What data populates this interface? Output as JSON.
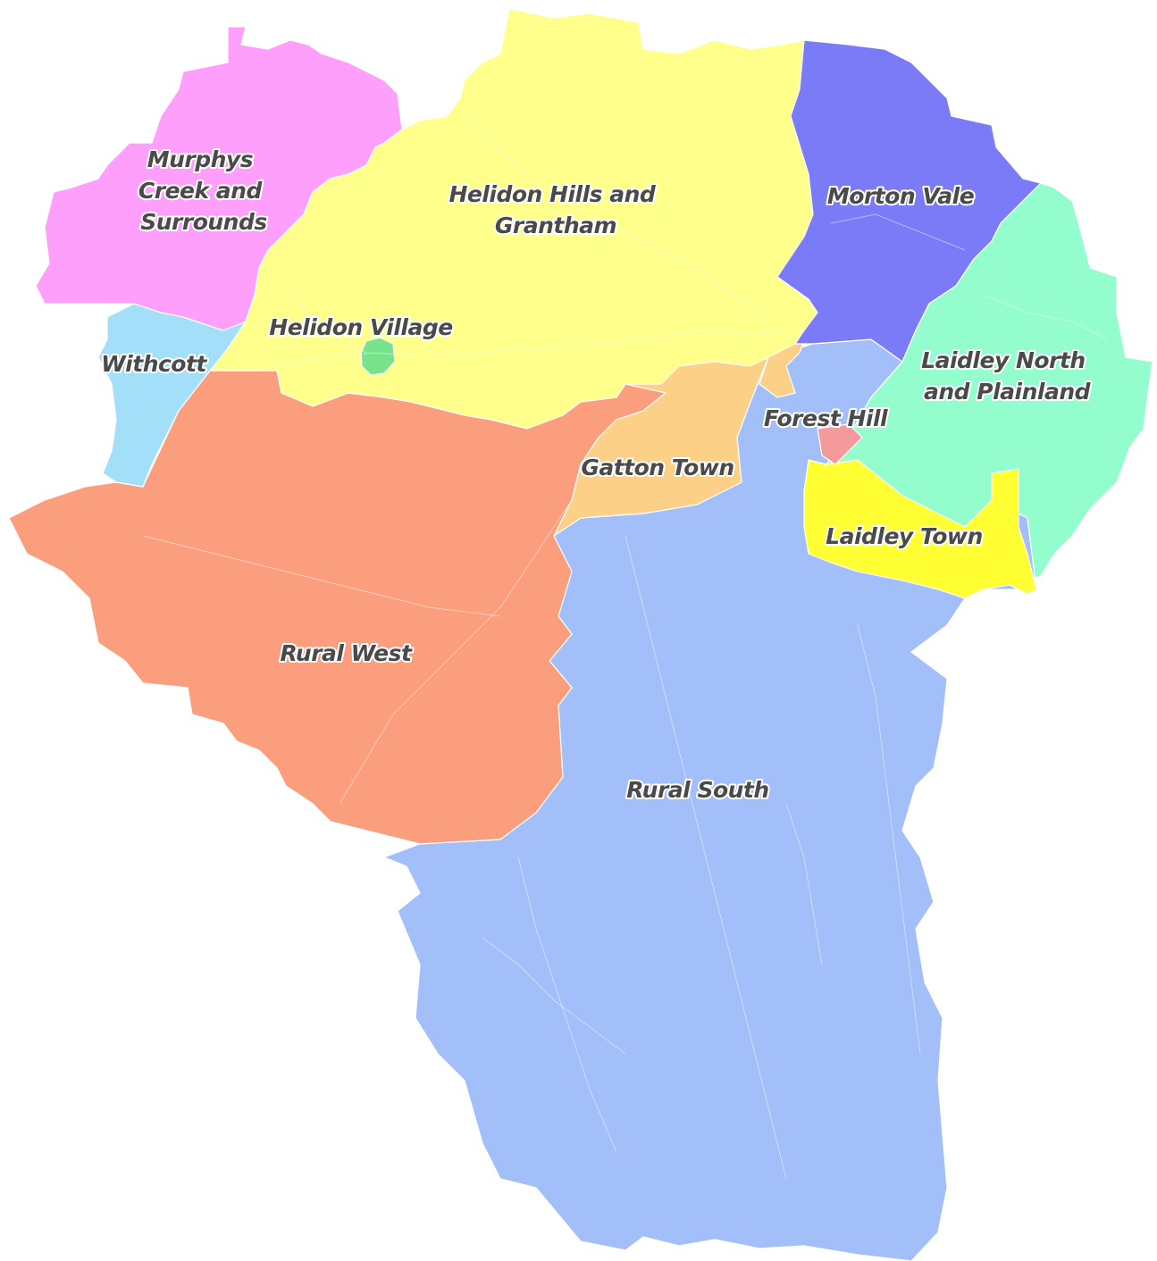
{
  "map": {
    "regions": [
      {
        "id": "murphys-creek",
        "lines": [
          "Murphys",
          "Creek and",
          "Surrounds"
        ],
        "color": "#ff9ffc"
      },
      {
        "id": "helidon-hills",
        "lines": [
          "Helidon Hills and",
          "Grantham"
        ],
        "color": "#ffff8c"
      },
      {
        "id": "morton-vale",
        "lines": [
          "Morton Vale"
        ],
        "color": "#7b7bf7"
      },
      {
        "id": "laidley-north",
        "lines": [
          "Laidley North",
          "and Plainland"
        ],
        "color": "#93fdce"
      },
      {
        "id": "withcott",
        "lines": [
          "Withcott"
        ],
        "color": "#a4dffa"
      },
      {
        "id": "helidon-village",
        "lines": [
          "Helidon Village"
        ],
        "color": "#78e38b"
      },
      {
        "id": "forest-hill",
        "lines": [
          "Forest Hill"
        ],
        "color": "#f49a9a"
      },
      {
        "id": "gatton-town",
        "lines": [
          "Gatton Town"
        ],
        "color": "#fdd088"
      },
      {
        "id": "laidley-town",
        "lines": [
          "Laidley Town"
        ],
        "color": "#ffff33"
      },
      {
        "id": "rural-west",
        "lines": [
          "Rural West"
        ],
        "color": "#fb9e7e"
      },
      {
        "id": "rural-south",
        "lines": [
          "Rural South"
        ],
        "color": "#a3bffa"
      }
    ]
  }
}
